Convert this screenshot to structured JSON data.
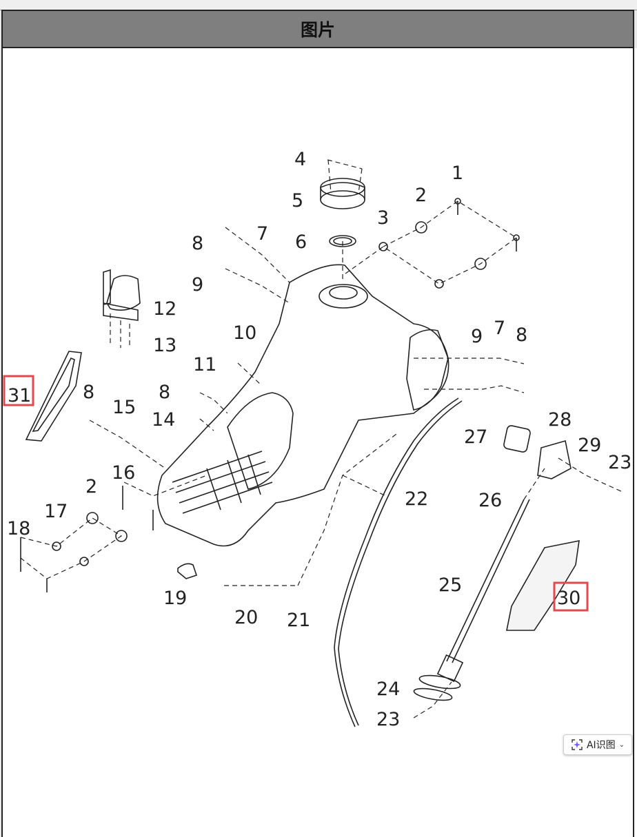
{
  "header": {
    "title": "图片"
  },
  "ai_button": {
    "label": "AI识图",
    "icon": "ai-sparkle-icon",
    "chevron": "chevron-down-icon"
  },
  "highlight_color": "#e5484d",
  "callouts": {
    "c1": "1",
    "c2a": "2",
    "c2b": "2",
    "c3": "3",
    "c4": "4",
    "c5": "5",
    "c6": "6",
    "c7a": "7",
    "c7b": "7",
    "c8a": "8",
    "c8b": "8",
    "c8c": "8",
    "c8d": "8",
    "c9a": "9",
    "c9b": "9",
    "c10": "10",
    "c11": "11",
    "c12": "12",
    "c13": "13",
    "c14": "14",
    "c15": "15",
    "c16": "16",
    "c17": "17",
    "c18": "18",
    "c19": "19",
    "c20": "20",
    "c21": "21",
    "c22": "22",
    "c23a": "23",
    "c23b": "23",
    "c24": "24",
    "c25": "25",
    "c26": "26",
    "c27": "27",
    "c28": "28",
    "c29": "29",
    "c30": "30",
    "c31": "31"
  }
}
